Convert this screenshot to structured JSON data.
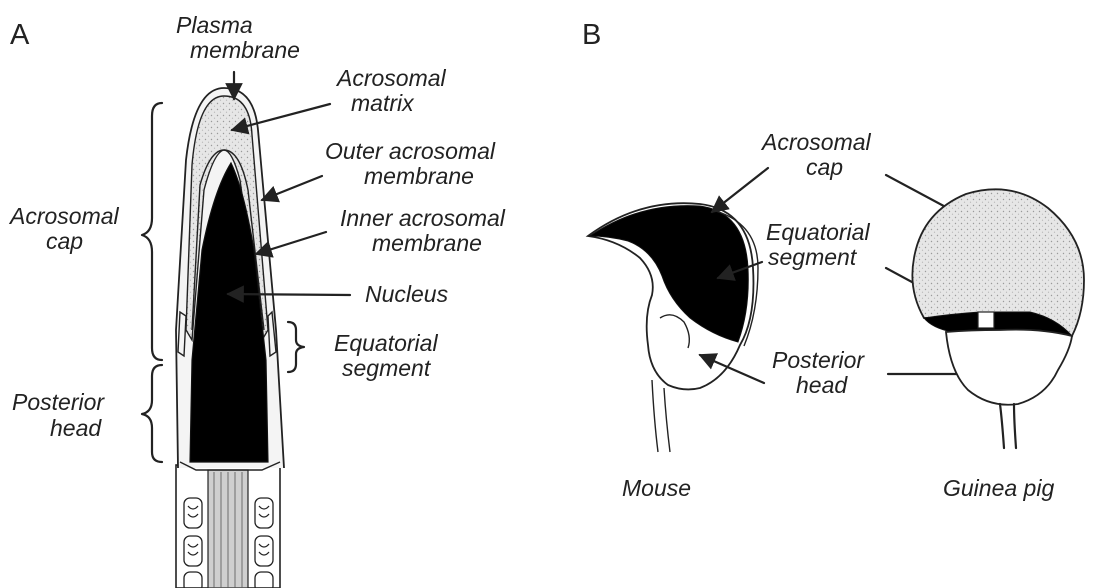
{
  "panels": {
    "a": "A",
    "b": "B"
  },
  "panel_a": {
    "plasma_membrane": [
      "Plasma",
      "membrane"
    ],
    "acrosomal_matrix": [
      "Acrosomal",
      "matrix"
    ],
    "outer_acrosomal_membrane": [
      "Outer acrosomal",
      "membrane"
    ],
    "inner_acrosomal_membrane": [
      "Inner acrosomal",
      "membrane"
    ],
    "nucleus": "Nucleus",
    "equatorial_segment": [
      "Equatorial",
      "segment"
    ],
    "acrosomal_cap": [
      "Acrosomal",
      "cap"
    ],
    "posterior_head": [
      "Posterior",
      "head"
    ]
  },
  "panel_b": {
    "acrosomal_cap": [
      "Acrosomal",
      "cap"
    ],
    "equatorial_segment": [
      "Equatorial",
      "segment"
    ],
    "posterior_head": [
      "Posterior",
      "head"
    ],
    "mouse": "Mouse",
    "guinea_pig": "Guinea pig"
  }
}
